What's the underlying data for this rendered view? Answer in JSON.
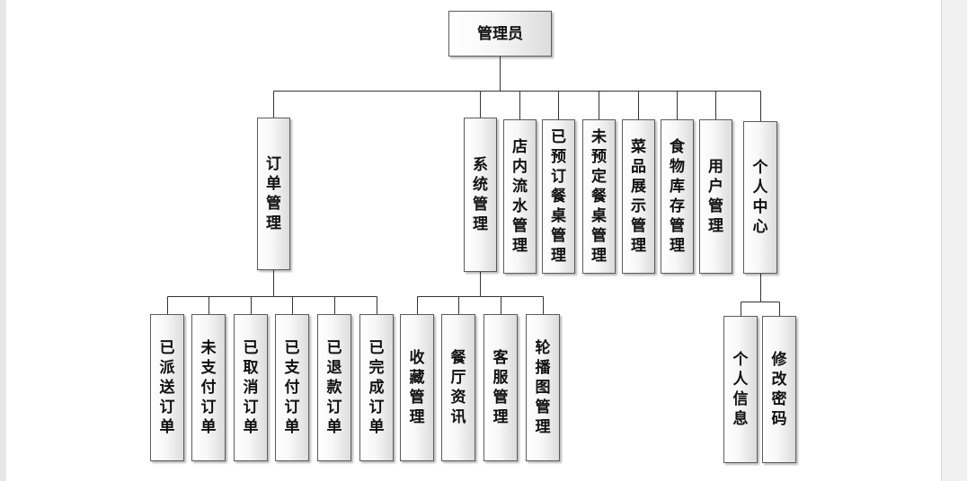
{
  "root": {
    "label": "管理员"
  },
  "modules": [
    {
      "label": "订单管理",
      "children": [
        "已派送订单",
        "未支付订单",
        "已取消订单",
        "已支付订单",
        "已退款订单",
        "已完成订单"
      ]
    },
    {
      "label": "系统管理",
      "children": [
        "收藏管理",
        "餐厅资讯",
        "客服管理",
        "轮播图管理"
      ]
    },
    {
      "label": "店内流水管理"
    },
    {
      "label": "已预订餐桌管理"
    },
    {
      "label": "未预定餐桌管理"
    },
    {
      "label": "菜品展示管理"
    },
    {
      "label": "食物库存管理"
    },
    {
      "label": "用户管理"
    },
    {
      "label": "个人中心",
      "children": [
        "个人信息",
        "修改密码"
      ]
    }
  ]
}
